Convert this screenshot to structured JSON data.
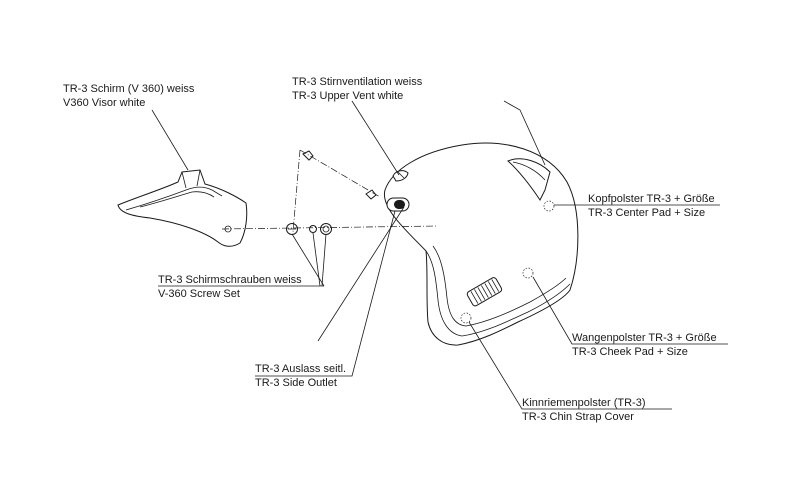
{
  "callouts": {
    "visor": {
      "line1": "TR-3 Schirm (V 360) weiss",
      "line2": "V360 Visor white"
    },
    "upper_vent": {
      "line1": "TR-3 Stirnventilation weiss",
      "line2": "TR-3 Upper Vent white"
    },
    "center_pad": {
      "line1": "Kopfpolster TR-3 + Größe",
      "line2": "TR-3 Center Pad + Size"
    },
    "screw_set": {
      "line1": "TR-3 Schirmschrauben weiss",
      "line2": "V-360 Screw Set"
    },
    "cheek_pad": {
      "line1": "Wangenpolster TR-3 + Größe",
      "line2": "TR-3 Cheek Pad + Size"
    },
    "side_outlet": {
      "line1": "TR-3 Auslass seitl.",
      "line2": "TR-3 Side Outlet"
    },
    "chin_strap": {
      "line1": "Kinnriemenpolster (TR-3)",
      "line2": "TR-3 Chin Strap Cover"
    }
  }
}
